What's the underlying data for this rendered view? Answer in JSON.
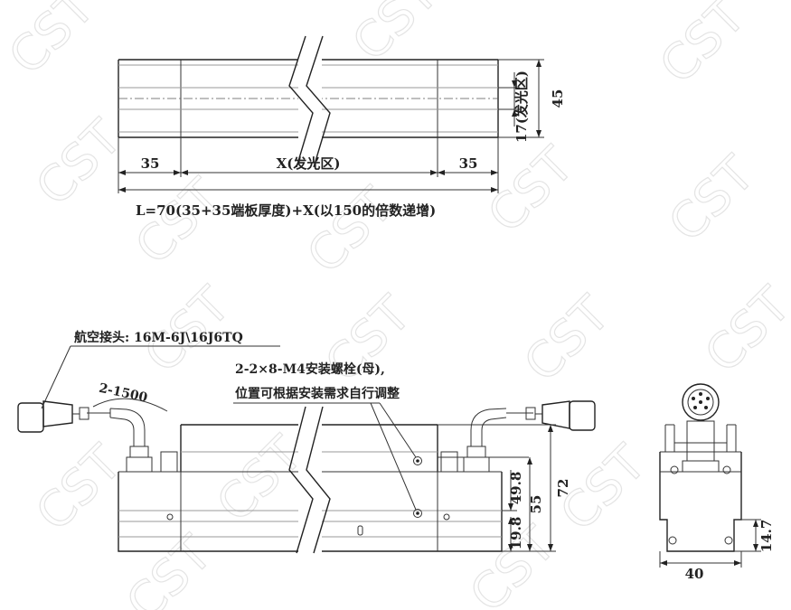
{
  "watermark": "CST",
  "top_view": {
    "dim_left": "35",
    "dim_middle": "X(发光区)",
    "dim_right": "35",
    "dim_height": "45",
    "dim_emit": "17(发光区)",
    "formula": "L=70(35+35端板厚度)+X(以150的倍数递增)"
  },
  "front_view": {
    "connector_label": "航空接头: 16M-6J\\16J6TQ",
    "cable_label": "2-1500",
    "bolt_line1": "2-2×8-M4安装螺栓(母),",
    "bolt_line2": "位置可根据安装需求自行调整",
    "dim_72": "72",
    "dim_55": "55",
    "dim_49_8": "49.8",
    "dim_19_8": "19.8"
  },
  "side_view": {
    "dim_width": "40",
    "dim_14_7": "14.7"
  }
}
